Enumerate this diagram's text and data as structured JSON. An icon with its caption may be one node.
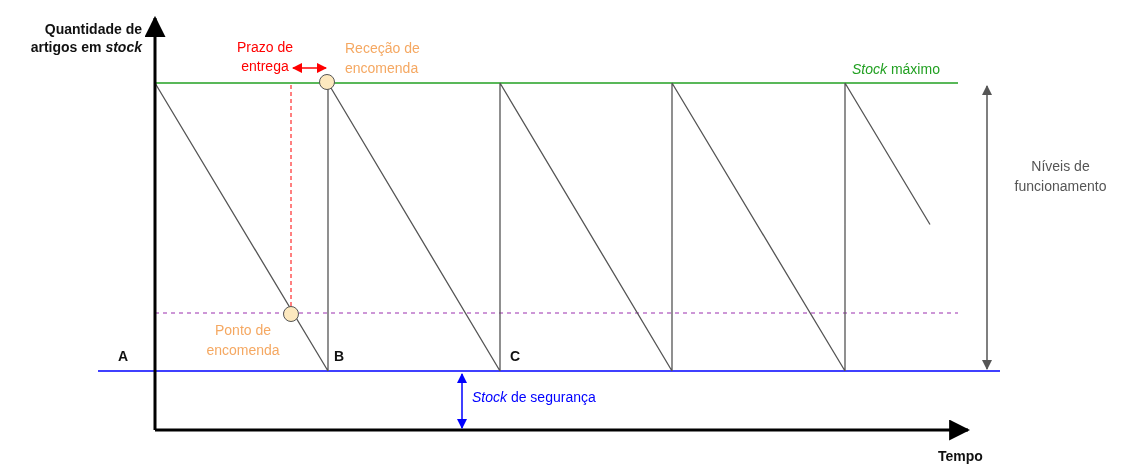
{
  "diagram": {
    "nodes": [
      {
        "text": [],
        "shape": "circle",
        "beside": [
          "Receção de encomenda"
        ]
      },
      {
        "text": [],
        "shape": "circle",
        "beside": [
          "Ponto de encomenda"
        ]
      }
    ],
    "labels": [
      "Quantidade de artigos em *stock*",
      "Prazo de entrega",
      "*Stock* máximo",
      "Níveis de funcionamento",
      "A",
      "B",
      "C",
      "*Stock* de segurança",
      "Tempo"
    ]
  }
}
